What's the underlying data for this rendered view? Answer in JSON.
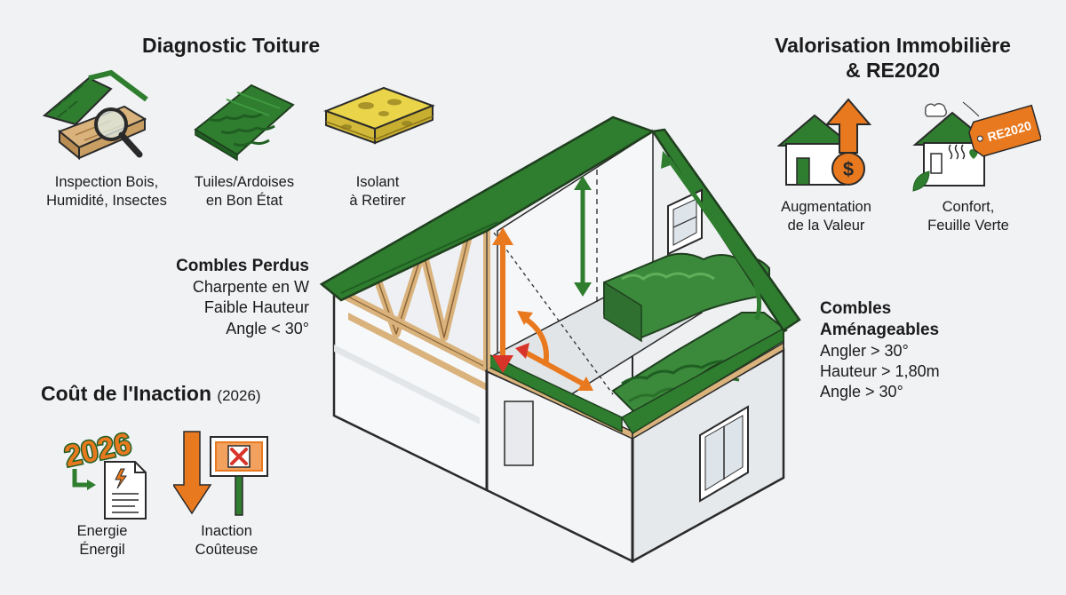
{
  "diagnostic": {
    "title": "Diagnostic Toiture",
    "items": [
      {
        "icon": "wood-inspection-icon",
        "label_line1": "Inspection Bois,",
        "label_line2": "Humidité, Insectes"
      },
      {
        "icon": "roof-tiles-icon",
        "label_line1": "Tuiles/Ardoises",
        "label_line2": "en Bon État"
      },
      {
        "icon": "insulation-icon",
        "label_line1": "Isolant",
        "label_line2": "à Retirer"
      }
    ]
  },
  "valorisation": {
    "title_line1": "Valorisation Immobilière",
    "title_line2": "& RE2020",
    "items": [
      {
        "icon": "house-value-up-icon",
        "label_line1": "Augmentation",
        "label_line2": "de la Valeur"
      },
      {
        "icon": "eco-house-tag-icon",
        "label_line1": "Confort,",
        "label_line2": "Feuille Verte",
        "tag_text": "RE2020"
      }
    ]
  },
  "combles_perdus": {
    "title": "Combles Perdus",
    "lines": [
      "Charpente en W",
      "Faible Hauteur",
      "Angle < 30°"
    ]
  },
  "combles_amenageables": {
    "title_line1": "Combles",
    "title_line2": "Aménageables",
    "lines": [
      "Angler > 30°",
      "Hauteur > 1,80m",
      "Angle > 30°"
    ]
  },
  "inaction": {
    "title": "Coût de l'Inaction",
    "year_suffix": "(2026)",
    "items": [
      {
        "icon": "energy-bill-icon",
        "badge_text": "2026",
        "label_line1": "Energie",
        "label_line2": "Énergil"
      },
      {
        "icon": "costly-inaction-icon",
        "label_line1": "Inaction",
        "label_line2": "Coûteuse"
      }
    ]
  },
  "colors": {
    "green": "#2f7d2f",
    "green_dark": "#1f5f22",
    "orange": "#e9791f",
    "red": "#d8342a",
    "wood": "#d9b27c",
    "wall": "#f7f8f9",
    "wall_side": "#e6e9ec",
    "outline": "#2a2a2a"
  }
}
